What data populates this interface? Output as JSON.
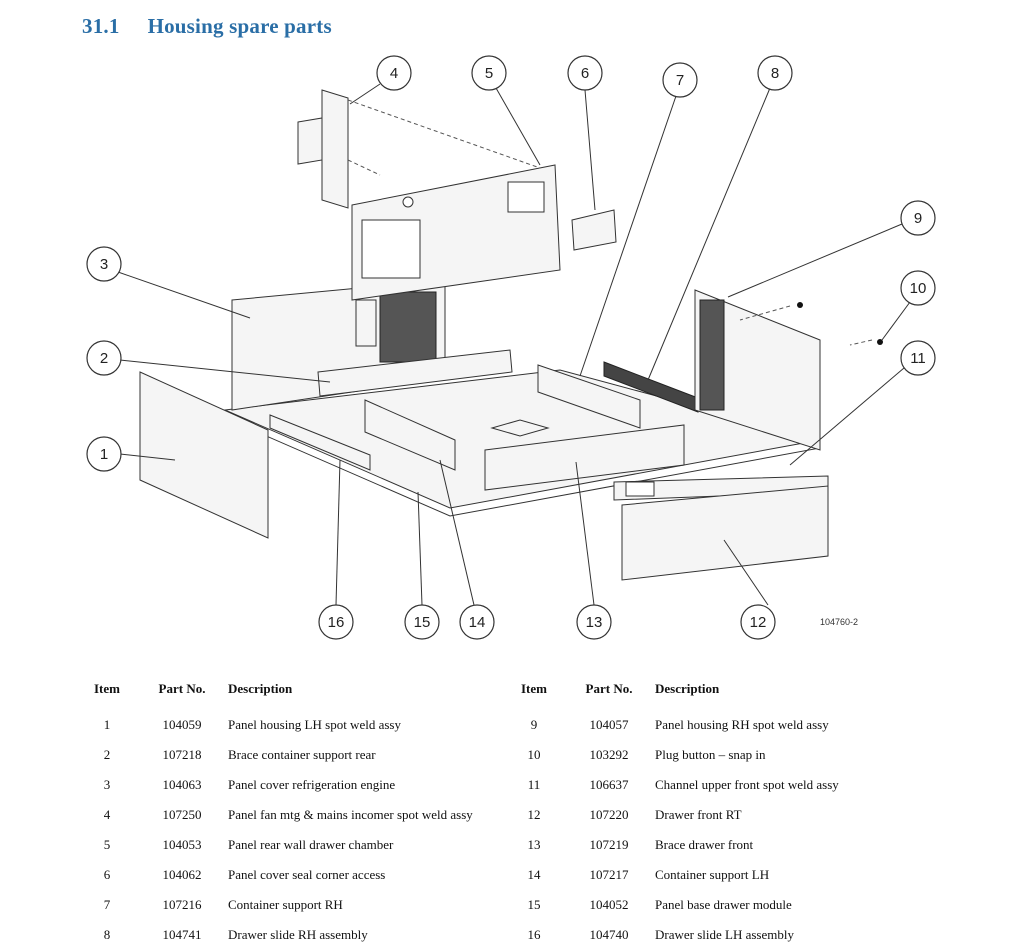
{
  "heading": {
    "number": "31.1",
    "title": "Housing spare parts"
  },
  "figure": {
    "reference": "104760-2",
    "callouts": [
      "1",
      "2",
      "3",
      "4",
      "5",
      "6",
      "7",
      "8",
      "9",
      "10",
      "11",
      "12",
      "13",
      "14",
      "15",
      "16"
    ]
  },
  "table": {
    "headers": {
      "item": "Item",
      "part_no": "Part No.",
      "description": "Description"
    },
    "rows_left": [
      {
        "item": "1",
        "part_no": "104059",
        "description": "Panel housing LH spot weld assy"
      },
      {
        "item": "2",
        "part_no": "107218",
        "description": "Brace container support rear"
      },
      {
        "item": "3",
        "part_no": "104063",
        "description": "Panel cover refrigeration engine"
      },
      {
        "item": "4",
        "part_no": "107250",
        "description": "Panel fan mtg & mains incomer spot weld assy"
      },
      {
        "item": "5",
        "part_no": "104053",
        "description": "Panel rear wall drawer chamber"
      },
      {
        "item": "6",
        "part_no": "104062",
        "description": "Panel cover seal corner access"
      },
      {
        "item": "7",
        "part_no": "107216",
        "description": "Container support RH"
      },
      {
        "item": "8",
        "part_no": "104741",
        "description": "Drawer slide RH assembly"
      }
    ],
    "rows_right": [
      {
        "item": "9",
        "part_no": "104057",
        "description": "Panel housing RH spot weld assy"
      },
      {
        "item": "10",
        "part_no": "103292",
        "description": "Plug button – snap in"
      },
      {
        "item": "11",
        "part_no": "106637",
        "description": "Channel upper front spot weld assy"
      },
      {
        "item": "12",
        "part_no": "107220",
        "description": "Drawer front RT"
      },
      {
        "item": "13",
        "part_no": "107219",
        "description": "Brace drawer front"
      },
      {
        "item": "14",
        "part_no": "107217",
        "description": "Container support LH"
      },
      {
        "item": "15",
        "part_no": "104052",
        "description": "Panel base drawer module"
      },
      {
        "item": "16",
        "part_no": "104740",
        "description": "Drawer slide LH assembly"
      }
    ]
  }
}
